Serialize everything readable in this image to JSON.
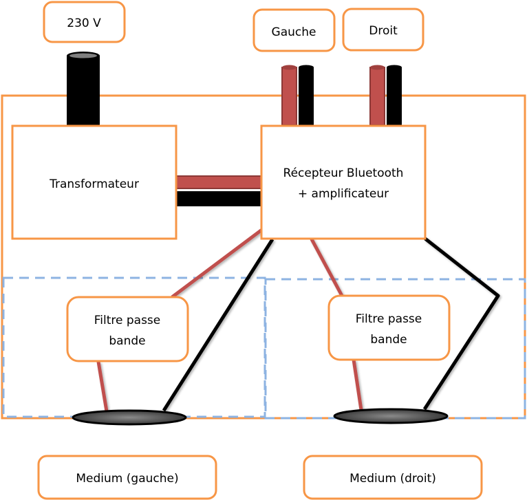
{
  "colors": {
    "box_border": "#f79646",
    "dashed_border": "#8db3e2",
    "wire_red": "#c0504d",
    "wire_red_dark": "#8c3836",
    "wire_black": "#000000"
  },
  "labels": {
    "power": "230 V",
    "left_input": "Gauche",
    "right_input": "Droit",
    "transformer": "Transformateur",
    "receiver_line1": "Récepteur Bluetooth",
    "receiver_line2": "+ amplificateur",
    "filter_left_line1": "Filtre passe",
    "filter_left_line2": "bande",
    "filter_right_line1": "Filtre passe",
    "filter_right_line2": "bande",
    "speaker_left": "Medium (gauche)",
    "speaker_right": "Medium (droit)"
  }
}
